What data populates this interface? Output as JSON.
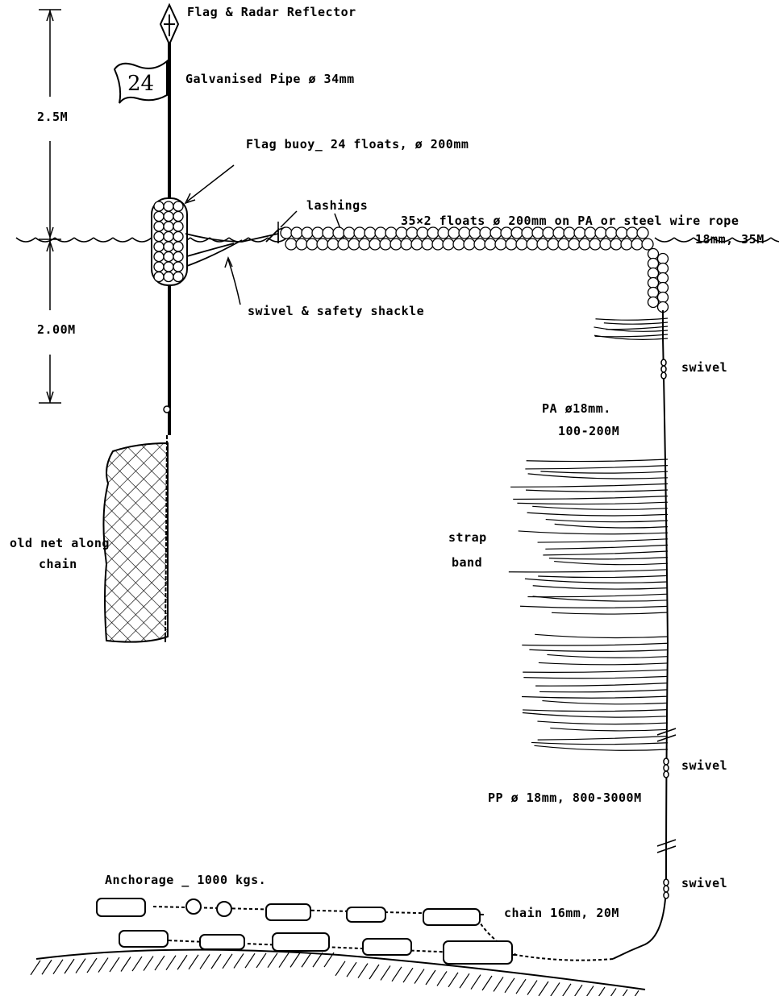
{
  "diagram": {
    "labels": {
      "flag_radar": "Flag & Radar Reflector",
      "flag_number": "24",
      "pipe": "Galvanised Pipe ø 34mm",
      "height_above": "2.5M",
      "flag_buoy": "Flag buoy_ 24 floats, ø 200mm",
      "lashings": "lashings",
      "floats_rope": "35×2 floats ø 200mm on PA or steel wire rope",
      "floats_rope_size": "18mm, 35M",
      "swivel_shackle": "swivel & safety shackle",
      "depth_below": "2.00M",
      "swivel_1": "swivel",
      "pa_rope_1": "PA ø18mm.",
      "pa_rope_2": "100-200M",
      "old_net_1": "old net along",
      "old_net_2": "chain",
      "strap_1": "strap",
      "strap_2": "band",
      "swivel_2": "swivel",
      "pp_rope": "PP ø 18mm, 800-3000M",
      "swivel_3": "swivel",
      "anchorage": "Anchorage _ 1000 kgs.",
      "chain": "chain 16mm, 20M"
    },
    "colors": {
      "ink": "#000000",
      "paper": "#ffffff"
    }
  }
}
